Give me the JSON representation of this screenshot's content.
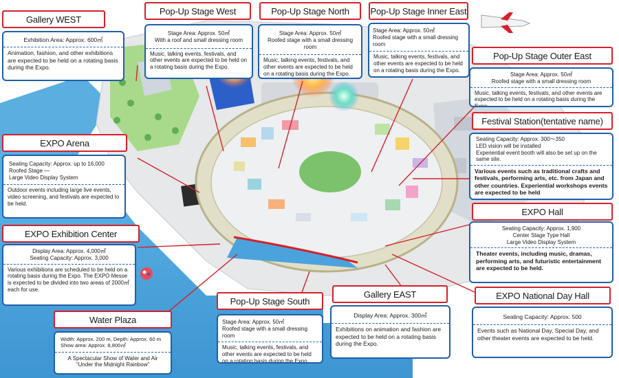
{
  "colors": {
    "title_border": "#d6202a",
    "info_border": "#1f5fa8",
    "water": "#4aa3dc",
    "ring": "#f2eed8",
    "route": "#d6202a"
  },
  "venues": {
    "gallery_west": {
      "title": "Gallery WEST",
      "specs": [
        "Exhibition Area: Approx. 600㎡"
      ],
      "description": "Animation, fashion, and other exhibitions are expected to be held on a rotating basis during the Expo."
    },
    "popup_west": {
      "title": "Pop-Up Stage West",
      "specs": [
        "Stage Area: Approx. 50㎡",
        "With a roof and small dressing room"
      ],
      "description": "Music, talking events, festivals, and other events are expected to be held on a rotating basis during the Expo."
    },
    "popup_north": {
      "title": "Pop-Up Stage North",
      "specs": [
        "Stage Area: Approx. 50㎡",
        "Roofed stage with a small dressing room"
      ],
      "description": "Music, talking events, festivals, and other events are expected to be held on a rotating basis during the Expo."
    },
    "popup_inner_east": {
      "title": "Pop-Up Stage Inner East",
      "specs": [
        "Stage Area: Approx. 50㎡",
        "Roofed stage with a small dressing room"
      ],
      "description": "Music, talking events, festivals, and other events are expected to be held on a rotating basis during the Expo."
    },
    "popup_outer_east": {
      "title": "Pop-Up Stage Outer East",
      "specs": [
        "Stage Area: Approx. 50㎡",
        "Roofed stage with a small dressing room"
      ],
      "description": "Music, talking events, festivals, and other events are expected to be held on a rotating basis during the Expo."
    },
    "festival_station": {
      "title": "Festival Station(tentative name)",
      "specs": [
        "Seating Capacity: Approx. 300～350",
        "LED vision will be installed",
        "Experiential event booth will also be set up on the same site."
      ],
      "description": "Various events such as traditional crafts and festivals, performing arts, etc. from Japan and other countries. Experiential workshops events are expected to be held"
    },
    "expo_arena": {
      "title": "EXPO Arena",
      "specs": [
        "Seating Capacity: Approx. up to 16,000",
        "Roofed Stage ―",
        "Large Video Display System"
      ],
      "description": "Outdoor events including large live events, video screening, and festivals are expected to be held."
    },
    "expo_hall": {
      "title": "EXPO Hall",
      "specs": [
        "Seating Capacity: Approx. 1,900",
        "Center Stage Type Hall",
        "Large Video Display System"
      ],
      "description": "Theater events, including music, dramas, performing arts, and futuristic entertainment are expected to be held."
    },
    "exhibition_center": {
      "title": "EXPO Exhibition Center",
      "specs": [
        "Display Area: Approx. 4,000㎡",
        "Seating Capacity: Approx. 3,000"
      ],
      "description": "Various exhibitions are scheduled to be held on a rotating basis during the Expo. The EXPO Messe is expected to be divided into two areas of 2000㎡ each for use."
    },
    "water_plaza": {
      "title": "Water Plaza",
      "specs": [
        "Width: Approx. 200 m, Depth: Approx. 60 m",
        "Show area: Approx. 8,800㎡"
      ],
      "description": "A Spectacular Show of Water and Air “Under the Midnight Rainbow”"
    },
    "popup_south": {
      "title": "Pop-Up Stage South",
      "specs": [
        "Stage Area: Approx. 50㎡",
        "Roofed stage with a small dressing room"
      ],
      "description": "Music, talking events, festivals, and other events are expected to be held on a rotating basis during the Expo."
    },
    "gallery_east": {
      "title": "Gallery EAST",
      "specs": [
        "Display Area: Approx. 300㎡"
      ],
      "description": "Exhibitions on animation and fashion are expected to be held on a rotating basis during the Expo."
    },
    "national_day_hall": {
      "title": "EXPO National Day Hall",
      "specs": [
        "Seating Capacity: Approx. 500"
      ],
      "description": "Events such as National Day, Special Day, and other theater events are expected to be held."
    }
  }
}
